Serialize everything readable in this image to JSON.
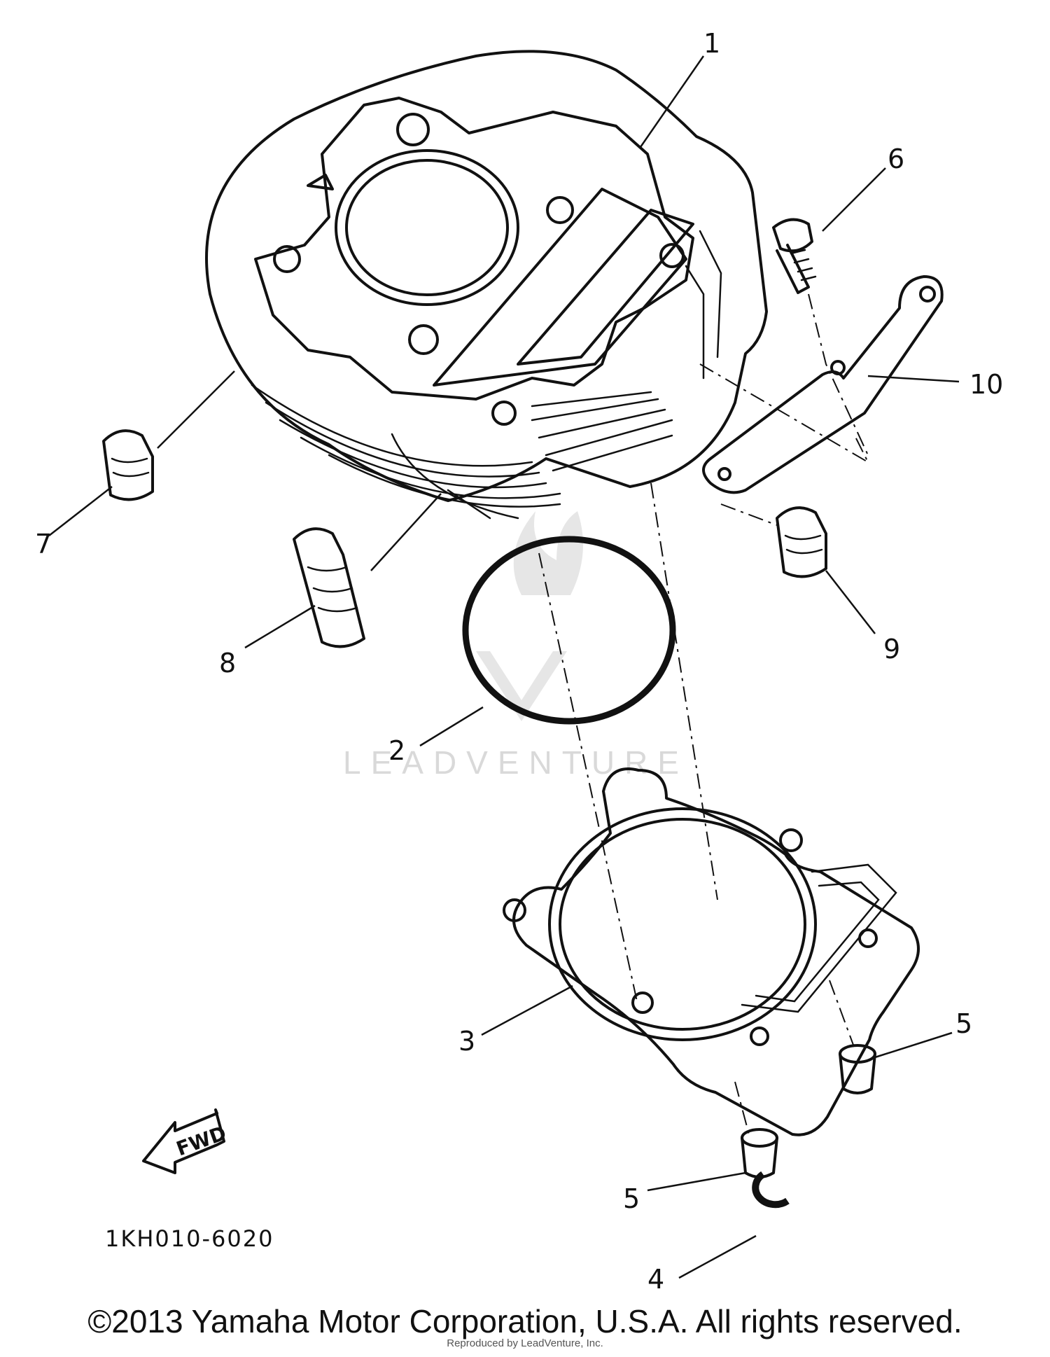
{
  "watermark": {
    "text": "LEADVENTURE"
  },
  "callouts": {
    "n1": "1",
    "n2": "2",
    "n3": "3",
    "n4": "4",
    "n5a": "5",
    "n5b": "5",
    "n6": "6",
    "n7": "7",
    "n8": "8",
    "n9": "9",
    "n10": "10"
  },
  "fwd_label": "FWD",
  "diagram_code": "1KH010-6020",
  "copyright": "©2013 Yamaha Motor Corporation, U.S.A. All rights reserved.",
  "reproduced": "Reproduced by LeadVenture, Inc."
}
